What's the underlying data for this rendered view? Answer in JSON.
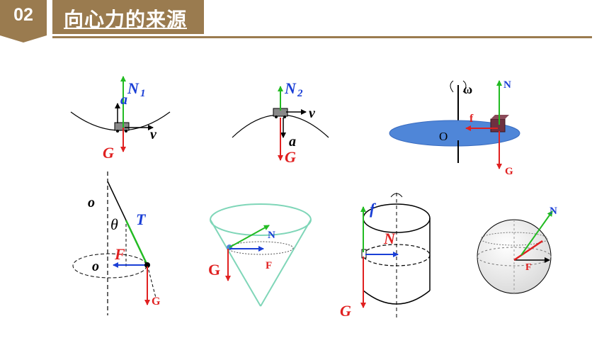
{
  "header": {
    "number": "02",
    "title": "向心力的来源"
  },
  "colors": {
    "accent": "#9a7b4f",
    "normal_force": "#22bb22",
    "gravity": "#e02020",
    "net_force": "#1a3fd6",
    "tension": "#1a3fd6",
    "disc": "#4f86d8"
  },
  "labels": {
    "N1": "N",
    "N1_sub": "1",
    "a_top": "a",
    "v1": "v",
    "G1": "G",
    "N2": "N",
    "N2_sub": "2",
    "v2": "v",
    "a2": "a",
    "G2": "G",
    "omega": "ω",
    "N3": "N",
    "f3": "f",
    "O3": "O",
    "G3": "G",
    "o_top": "o",
    "theta": "θ",
    "T": "T",
    "o_center": "o",
    "F4": "F",
    "G4": "G",
    "N5": "N",
    "G5": "G",
    "F5": "F",
    "f6": "f",
    "N6": "N",
    "G6": "G",
    "N7": "N",
    "F7": "F"
  }
}
